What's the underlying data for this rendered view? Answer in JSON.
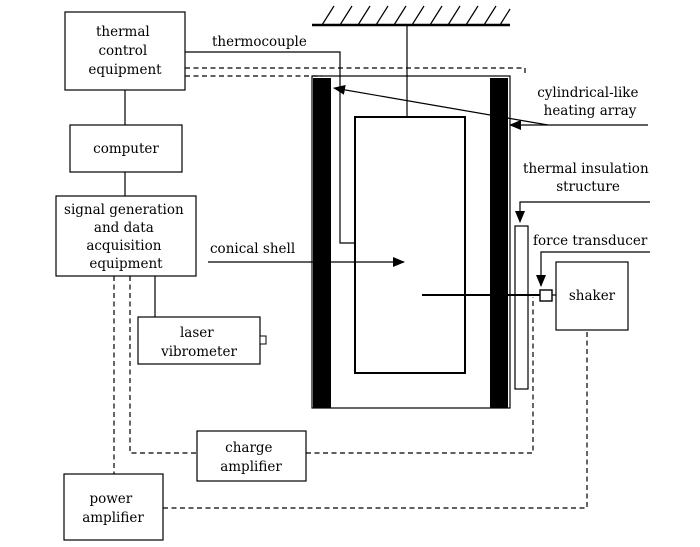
{
  "boxes": {
    "thermal_control": [
      "thermal",
      "control",
      "equipment"
    ],
    "computer": [
      "computer"
    ],
    "signal_gen": [
      "signal generation",
      "and data",
      "acquisition",
      "equipment"
    ],
    "laser": [
      "laser",
      "vibrometer"
    ],
    "charge": [
      "charge",
      "amplifier"
    ],
    "power": [
      "power",
      "amplifier"
    ],
    "shaker": [
      "shaker"
    ]
  },
  "labels": {
    "thermocouple": "thermocouple",
    "heating_array": [
      "cylindrical-like",
      "heating array"
    ],
    "insulation": [
      "thermal insulation",
      "structure"
    ],
    "force_transducer": "force transducer",
    "conical_shell": "conical shell"
  }
}
